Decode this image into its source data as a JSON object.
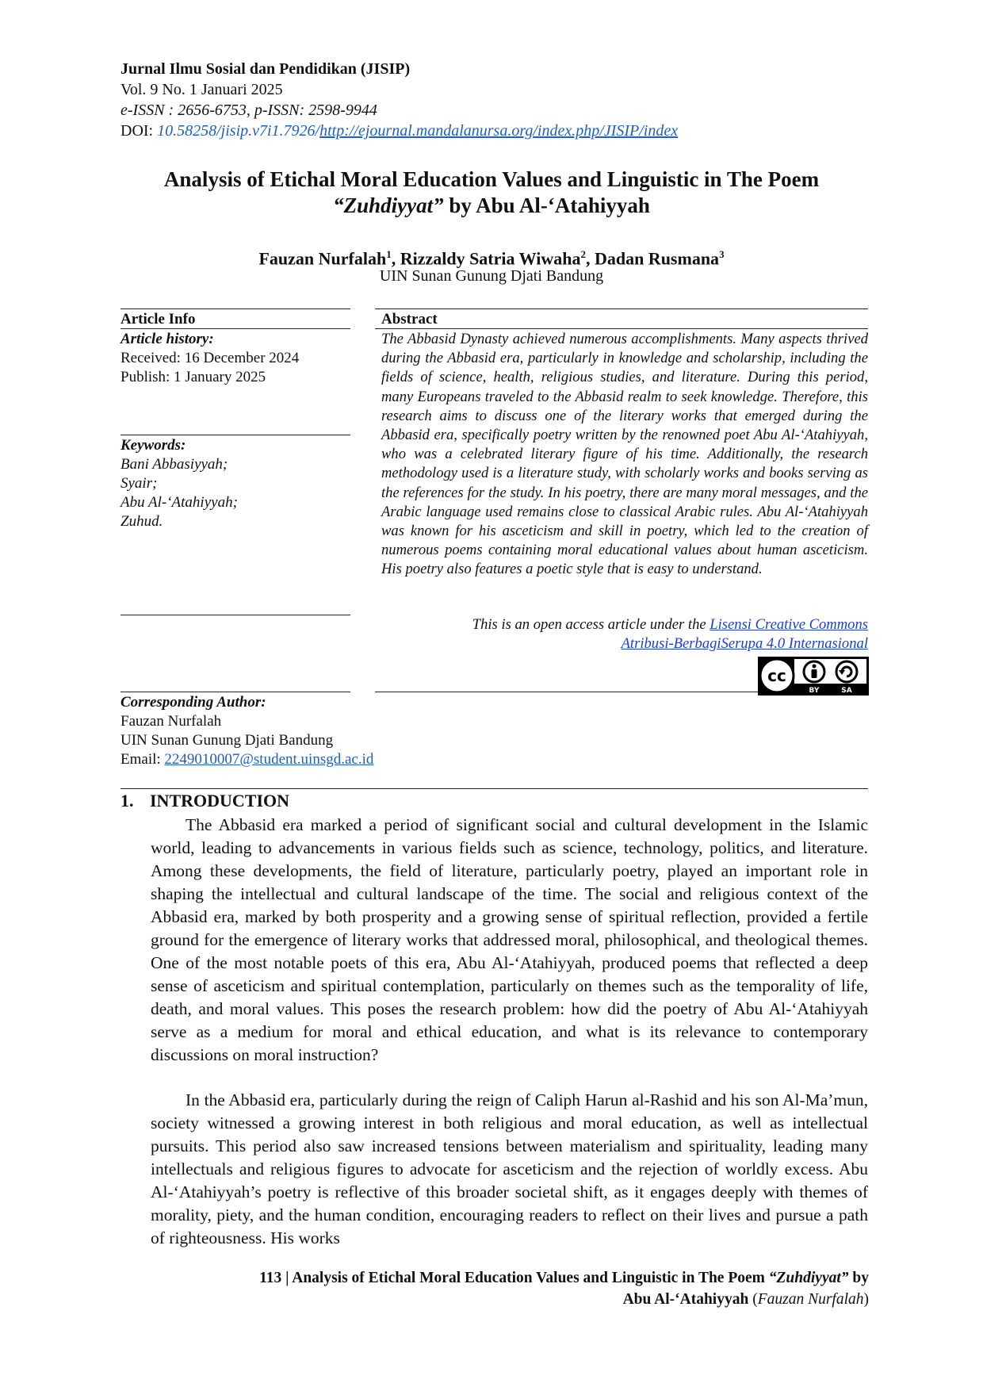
{
  "header": {
    "journal_name": "Jurnal Ilmu Sosial dan Pendidikan (JISIP)",
    "volume": "Vol. 9 No. 1 Januari 2025",
    "issn": "e-ISSN : 2656-6753, p-ISSN: 2598-9944",
    "doi_label": "DOI:",
    "doi_value": "10.58258/jisip.v7i1.7926/",
    "journal_url": "http://ejournal.mandalanursa.org/index.php/JISIP/index"
  },
  "title": {
    "line1": "Analysis of Etichal Moral Education Values and Linguistic in The Poem",
    "line2_italic": "“Zuhdiyyat”",
    "line2_rest": " by Abu Al-‘Atahiyyah"
  },
  "authors": {
    "a1": "Fauzan Nurfalah",
    "a1_sup": "1",
    "a2": "Rizzaldy Satria Wiwaha",
    "a2_sup": "2",
    "a3": "Dadan Rusmana",
    "a3_sup": "3",
    "sep": ", ",
    "affiliation": "UIN Sunan Gunung Djati Bandung"
  },
  "article_info": {
    "heading": "Article Info",
    "history_heading": "Article history:",
    "received": "Received: 16 December 2024",
    "publish": "Publish: 1 January 2025",
    "keywords_heading": "Keywords:",
    "keywords": [
      "Bani Abbasiyyah;",
      "Syair;",
      "Abu Al-‘Atahiyyah;",
      "Zuhud."
    ]
  },
  "abstract": {
    "heading": "Abstract",
    "text": "The Abbasid Dynasty achieved numerous accomplishments. Many aspects thrived during the Abbasid era, particularly in knowledge and scholarship, including the fields of science, health, religious studies, and literature. During this period, many Europeans traveled to the Abbasid realm to seek knowledge. Therefore, this research aims to discuss one of the literary works that emerged during the Abbasid era, specifically poetry written by the renowned poet Abu Al-‘Atahiyyah, who was a celebrated literary figure of his time. Additionally, the research methodology used is a literature study, with scholarly works and books serving as the references for the study. In his poetry, there are many moral messages, and the Arabic language used remains close to classical Arabic rules. Abu Al-‘Atahiyyah was known for his asceticism and skill in poetry, which led to the creation of numerous poems containing moral educational values about human asceticism. His poetry also features a poetic style that is easy to understand.",
    "license_prefix": "This is an open access article under the ",
    "license_link1": "Lisensi Creative Commons",
    "license_link2": "Atribusi-BerbagiSerupa 4.0 Internasional"
  },
  "cc_badge": {
    "cc": "cc",
    "by": "BY",
    "sa": "SA"
  },
  "corresponding": {
    "heading": "Corresponding Author:",
    "name": "Fauzan Nurfalah",
    "affiliation": "UIN Sunan Gunung Djati Bandung",
    "email_label": "Email: ",
    "email": "2249010007@student.uinsgd.ac.id"
  },
  "introduction": {
    "number": "1.",
    "heading": "INTRODUCTION",
    "para1": "The Abbasid era marked a period of significant social and cultural development in the Islamic world, leading to advancements in various fields such as science, technology, politics, and literature. Among these developments, the field of literature, particularly poetry, played an important role in shaping the intellectual and cultural landscape of the time. The social and religious context of the Abbasid era, marked by both prosperity and a growing sense of spiritual reflection, provided a fertile ground for the emergence of literary works that addressed moral, philosophical, and theological themes. One of the most notable poets of this era, Abu Al-‘Atahiyyah, produced poems that reflected a deep sense of asceticism and spiritual contemplation, particularly on themes such as the temporality of life, death, and moral values. This poses the research problem: how did the poetry of Abu Al-‘Atahiyyah serve as a medium for moral and ethical education, and what is its relevance to contemporary discussions on moral instruction?",
    "para2": "In the Abbasid era, particularly during the reign of Caliph Harun al-Rashid and his son Al-Ma’mun, society witnessed a growing interest in both religious and moral education, as well as intellectual pursuits. This period also saw increased tensions between materialism and spirituality, leading many intellectuals and religious figures to advocate for asceticism and the rejection of worldly excess. Abu Al-‘Atahiyyah’s poetry is reflective of this broader societal shift, as it engages deeply with themes of morality, piety, and the human condition, encouraging readers to reflect on their lives and pursue a path of righteousness. His works"
  },
  "footer": {
    "page": "113",
    "sep": " | ",
    "title_part1": "Analysis of Etichal Moral Education Values and Linguistic in The Poem ",
    "title_italic": "“Zuhdiyyat”",
    "title_part2": " by",
    "line2_bold": "Abu Al-‘Atahiyyah",
    "paren_open": " (",
    "author_italic": "Fauzan Nurfalah",
    "paren_close": ")"
  }
}
